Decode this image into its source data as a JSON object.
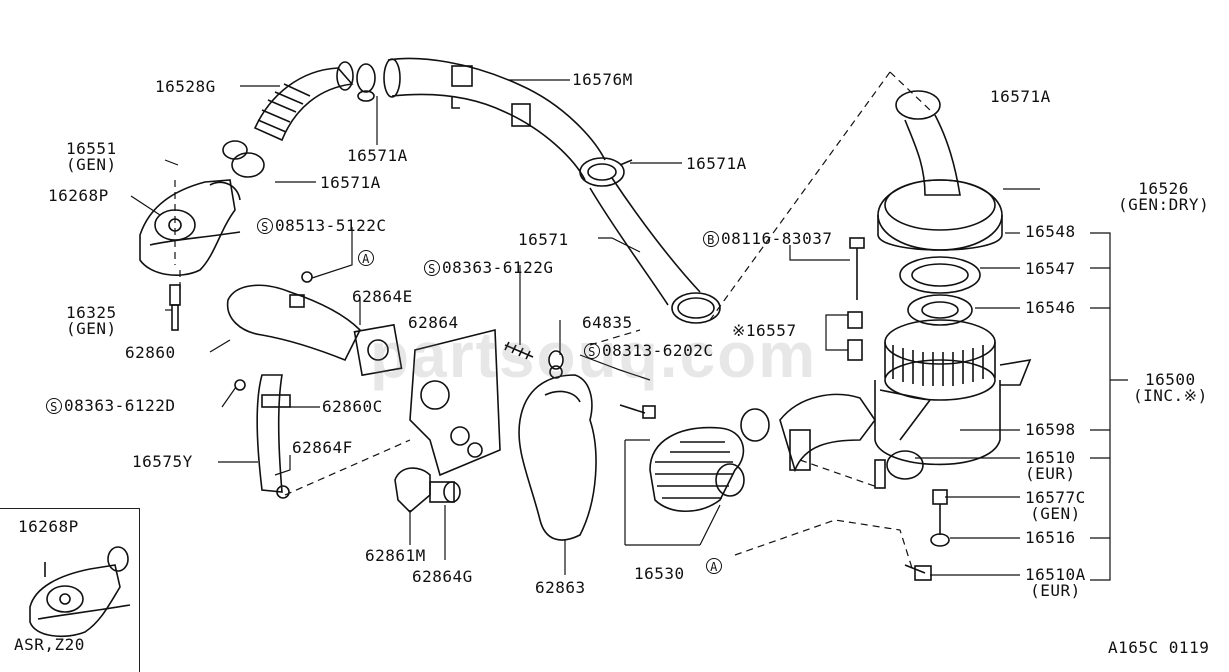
{
  "watermark": "partsouq.com",
  "diagram_code": "A165C 0119",
  "inset_label": "ASR,Z20",
  "inset_part": "16268P",
  "parts": {
    "p16528G": "16528G",
    "p16576M": "16576M",
    "p16571A_top": "16571A",
    "p16571A_mid": "16571A",
    "p16571A_left": "16571A",
    "p16571A_pipe": "16571A",
    "p16551": "16551",
    "p16551_note": "(GEN)",
    "p16268P": "16268P",
    "p08513": "08513-5122C",
    "p08513_prefix": "S",
    "markA1": "A",
    "p16571": "16571",
    "p08116": "08116-83037",
    "p08116_prefix": "B",
    "p16526": "16526",
    "p16526_note": "(GEN:DRY)",
    "p16548": "16548",
    "p16547": "16547",
    "p16546": "16546",
    "p08363a": "08363-6122G",
    "p08363a_prefix": "S",
    "p62864E": "62864E",
    "p62864": "62864",
    "p64835": "64835",
    "p16557": "※16557",
    "p16325": "16325",
    "p16325_note": "(GEN)",
    "p62860": "62860",
    "p08313": "08313-6202C",
    "p08313_prefix": "S",
    "p16500": "16500",
    "p16500_note": "(INC.※)",
    "p08363b": "08363-6122D",
    "p08363b_prefix": "S",
    "p62860C": "62860C",
    "p16598": "16598",
    "p62864F": "62864F",
    "p16510": "16510",
    "p16510_note": "(EUR)",
    "p16575Y": "16575Y",
    "p16577C": "16577C",
    "p16577C_note": "(GEN)",
    "p16516": "16516",
    "p62861M": "62861M",
    "p62864G": "62864G",
    "p62863": "62863",
    "p16530": "16530",
    "markA2": "A",
    "p16510A": "16510A",
    "p16510A_note": "(EUR)"
  }
}
